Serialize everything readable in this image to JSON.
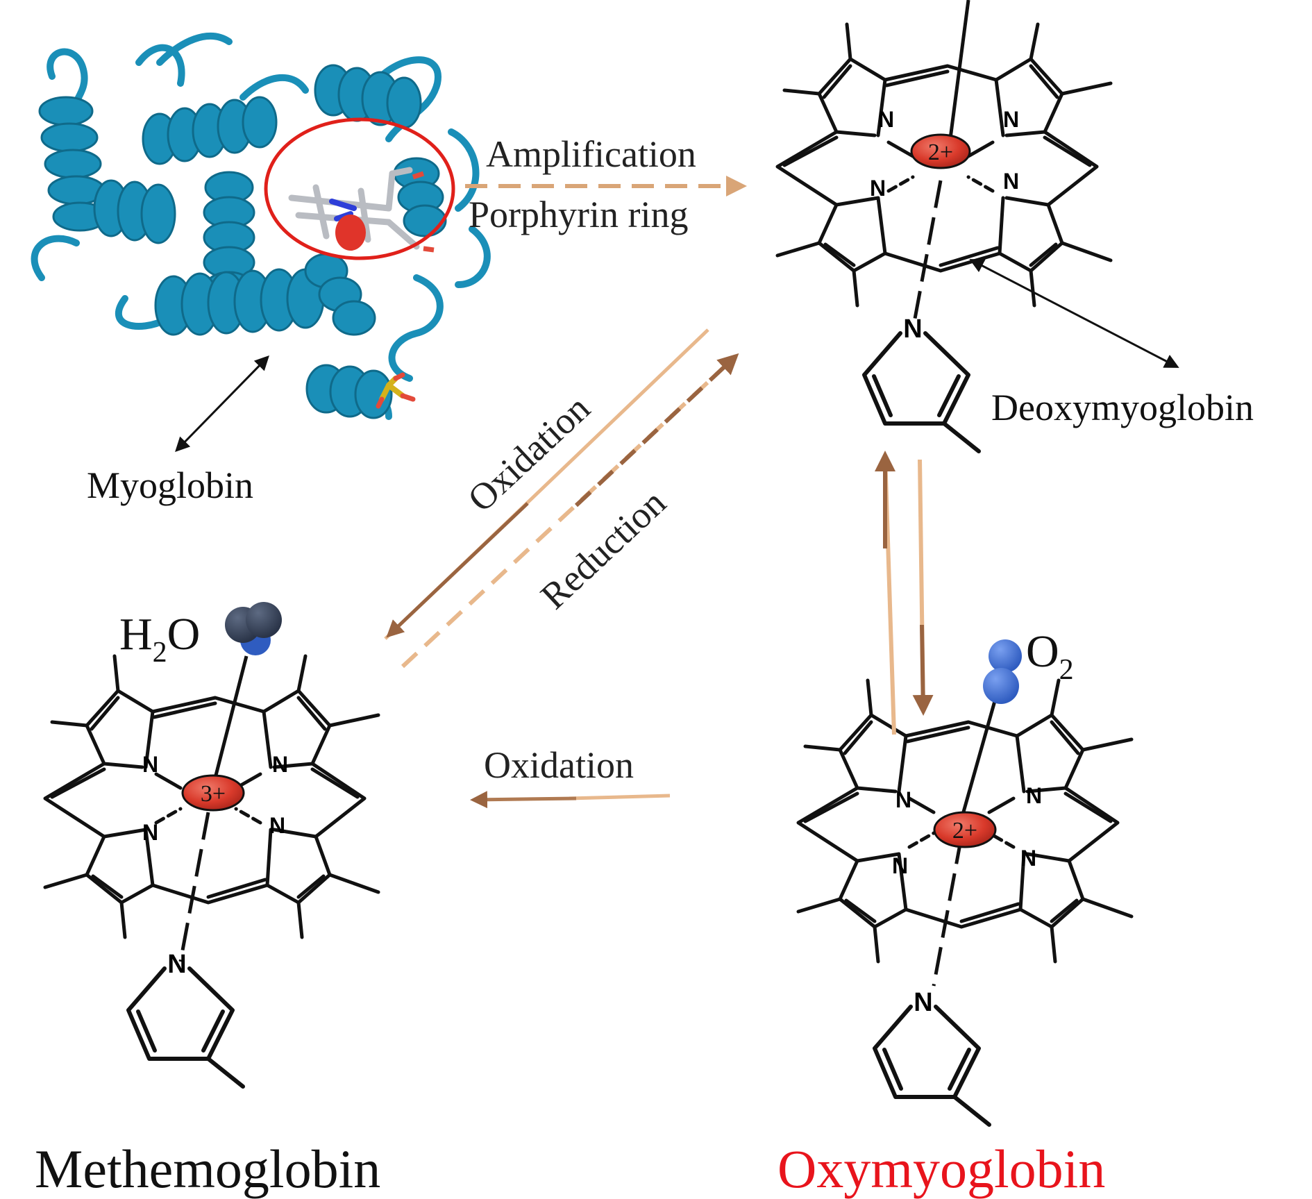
{
  "labels": {
    "myoglobin": "Myoglobin",
    "deoxymyoglobin": "Deoxymyoglobin",
    "methemoglobin": "Methemoglobin",
    "oxymyoglobin": "Oxymyoglobin",
    "amplification": "Amplification",
    "porphyrin_ring": "Porphyrin ring",
    "oxidation_diagonal": "Oxidation",
    "reduction_diagonal": "Reduction",
    "oxidation_horizontal": "Oxidation",
    "water_main": "H",
    "water_sub": "2",
    "water_tail": "O",
    "oxygen_main": "O",
    "oxygen_sub": "2"
  },
  "ions": {
    "deoxy": "2+",
    "met": "3+",
    "oxy": "2+"
  },
  "atoms": {
    "nitrogen": "N"
  },
  "colors": {
    "protein": "#1a8fb8",
    "protein_dark": "#0f6a8a",
    "highlight_circle": "#e0201a",
    "iron": "#d93a2b",
    "arrow_dark": "#9a6440",
    "arrow_light": "#e8b88c",
    "oxygen": "#3e6fd1",
    "water": "#3d4a60",
    "oxymyoglobin_label": "#e8141c"
  }
}
